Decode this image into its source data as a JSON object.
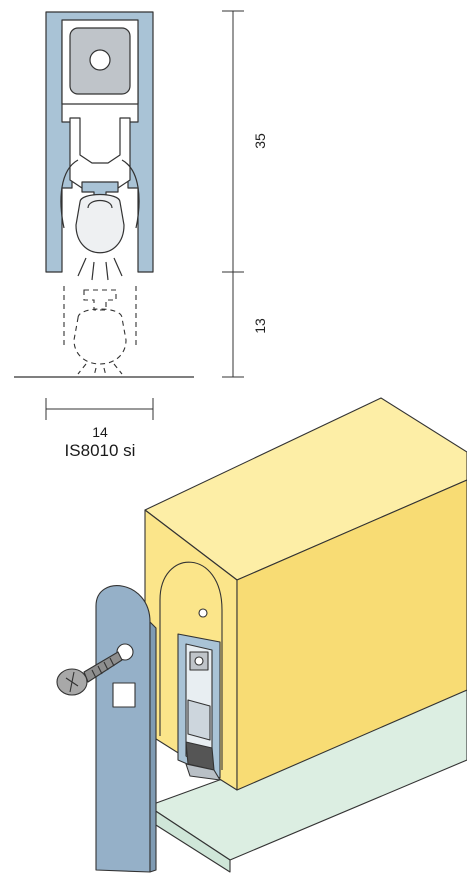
{
  "dimensions": {
    "height_upper": "35",
    "height_lower": "13",
    "width": "14"
  },
  "product": {
    "name": "IS8010 si"
  },
  "colors": {
    "profile_blue": "#a9c3d6",
    "block_plate": "#95b0c8",
    "door_yellow": "#fbe58a",
    "floor_green": "#dceee2",
    "outline": "#333333"
  }
}
